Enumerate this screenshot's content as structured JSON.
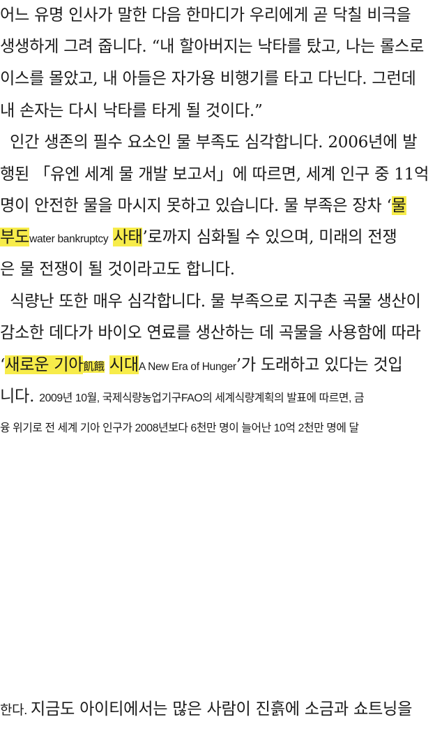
{
  "document": {
    "lines": [
      "어느 유명 인사가 말한 다음 한마디가 우리에게 곧 닥칠 비극을",
      "생생하게 그려 줍니다. “내 할아버지는 낙타를 탔고, 나는 롤스로",
      "이스를 몰았고, 내 아들은 자가용 비행기를 타고 다닌다. 그런데",
      "내 손자는 다시 낙타를 타게 될 것이다.”",
      "  인간 생존의 필수 요소인 물 부족도 심각합니다. 2006년에 발",
      "행된 「유엔 세계 물 개발 보고서」에 따르면, 세계 인구 중 11억",
      "명이 안전한 물을 마시지 못하고 있습니다. 물 부족은 장차 ‘"
    ],
    "line7_highlight": "물",
    "line8": {
      "highlight_a": "부도",
      "english": "water bankruptcy",
      "highlight_b": "사태",
      "rest": "’로까지 심화될 수 있으며, 미래의 전쟁"
    },
    "line9": "은 물 전쟁이 될 것이라고도 합니다.",
    "line10": "  식량난 또한 매우 심각합니다. 물 부족으로 지구촌 곡물 생산이",
    "line11": "감소한 데다가 바이오 연료를 생산하는 데 곡물을 사용함에 따라",
    "line12": {
      "open_quote": "‘",
      "highlight_a": "새로운 기아",
      "hanja": "飢餓",
      "highlight_b": "시대",
      "english": "A New Era of Hunger",
      "rest": "’가 도래하고 있다는 것입"
    },
    "line13": {
      "start": "니다. ",
      "rest": "2009년 10월, 국제식량농업기구FAO의 세계식량계획의 발표에 따르면, 금"
    },
    "line14": "융 위기로 전 세계 기아 인구가 2008년보다 6천만 명이 늘어난 10억 2천만 명에 달",
    "line15": {
      "start": "한다. ",
      "rest": "지금도 아이티에서는 많은 사람이 진흙에 소금과 쇼트닝을"
    }
  }
}
